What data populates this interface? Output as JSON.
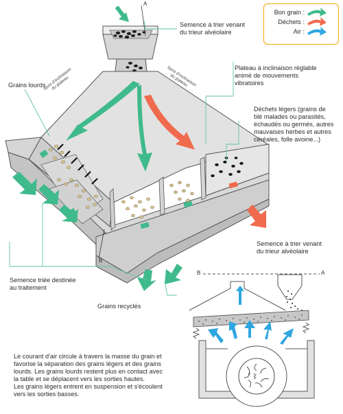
{
  "legend": {
    "items": [
      {
        "label": "Bon grain :",
        "color": "#3fba8c"
      },
      {
        "label": "Déchets :",
        "color": "#f06a4e"
      },
      {
        "label": "Air :",
        "color": "#2ea6e0"
      }
    ]
  },
  "letters": {
    "a_top": "A",
    "a_right": "A",
    "b_bottom": "B",
    "b_left": "B"
  },
  "directions": {
    "left": [
      "Sens d'inclinaison",
      "du plateau"
    ],
    "right": [
      "Sens d'inclinaison",
      "du plateau"
    ]
  },
  "labels": {
    "top_feed": [
      "Semence à trier venant",
      "du trieur alvéolaire"
    ],
    "heavy": "Grains lourds",
    "plate": [
      "Plateau à inclinaison réglable",
      "animé de mouvements",
      "vibratoires"
    ],
    "light_waste": [
      "Déchets légers (grains de",
      "blé malades ou parasités,",
      "échaudés ou germés, autres",
      "mauvaises herbes et autres",
      "céréales, folle avoine...)"
    ],
    "right_feed": [
      "Semence à trier venant",
      "du trieur alvéolaire"
    ],
    "sorted": [
      "Semence triée destinée",
      "au traitement"
    ],
    "recycled": "Grains recyclés",
    "air_text": [
      "Le courant d'air circule à travers la masse du grain et",
      "favorise la séparation des grains légers et des grains",
      "lourds. Les grains lourds restent plus en contact avec",
      "la table et se déplacent vers les sorties hautes.",
      "Les grains légers entrent en suspension et s'écoulent",
      "vers les sorties basses."
    ]
  }
}
